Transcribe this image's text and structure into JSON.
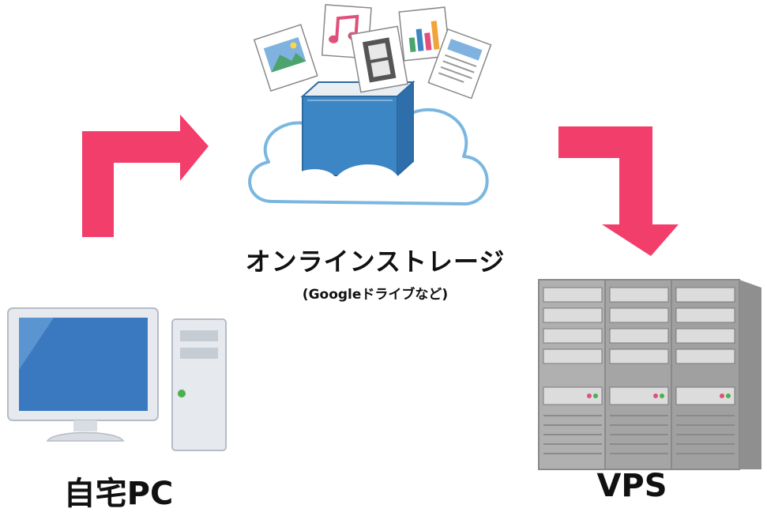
{
  "storage": {
    "title": "オンラインストレージ",
    "subtitle": "(Googleドライブなど)",
    "icon": "cloud-storage-icon",
    "files": [
      "image-file-icon",
      "music-file-icon",
      "video-file-icon",
      "chart-file-icon",
      "document-file-icon"
    ]
  },
  "pc": {
    "label": "自宅PC",
    "icon": "desktop-pc-icon"
  },
  "vps": {
    "label": "VPS",
    "icon": "server-rack-icon"
  },
  "colors": {
    "arrow": "#f23e6a",
    "box_blue": "#3d86c6",
    "cloud_fill": "#ffffff",
    "cloud_stroke": "#7ab7e0",
    "screen": "#3a79c0",
    "server": "#a9a9a9"
  }
}
